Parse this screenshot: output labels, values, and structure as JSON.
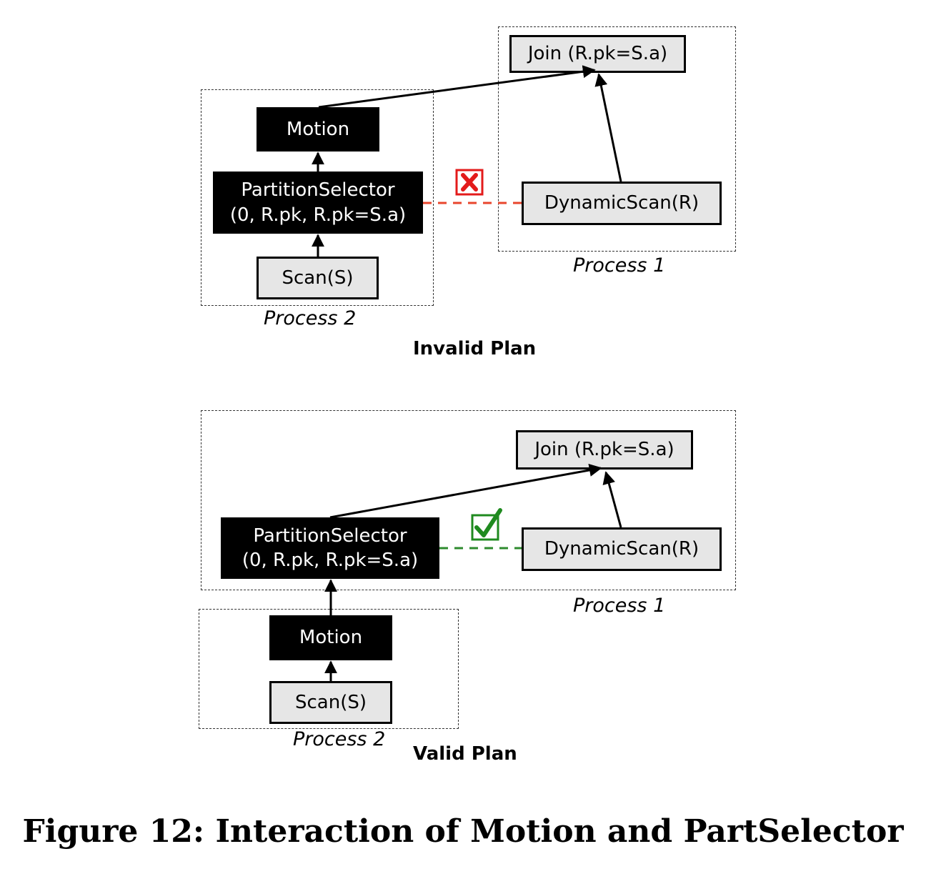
{
  "invalid_plan": {
    "title": "Invalid Plan",
    "process1_label": "Process 1",
    "process2_label": "Process 2",
    "nodes": {
      "join": "Join (R.pk=S.a)",
      "motion": "Motion",
      "partition_selector_line1": "PartitionSelector",
      "partition_selector_line2": "(0, R.pk, R.pk=S.a)",
      "scan": "Scan(S)",
      "dynamic_scan": "DynamicScan(R)"
    },
    "link_status": "invalid",
    "link_color": "#e8452c",
    "status_icon": "red-x-checkbox-icon"
  },
  "valid_plan": {
    "title": "Valid Plan",
    "process1_label": "Process 1",
    "process2_label": "Process 2",
    "nodes": {
      "join": "Join (R.pk=S.a)",
      "partition_selector_line1": "PartitionSelector",
      "partition_selector_line2": "(0, R.pk, R.pk=S.a)",
      "dynamic_scan": "DynamicScan(R)",
      "motion": "Motion",
      "scan": "Scan(S)"
    },
    "link_status": "valid",
    "link_color": "#2e8b2e",
    "status_icon": "green-checkmark-checkbox-icon"
  },
  "caption": "Figure 12: Interaction of Motion and PartSelector"
}
